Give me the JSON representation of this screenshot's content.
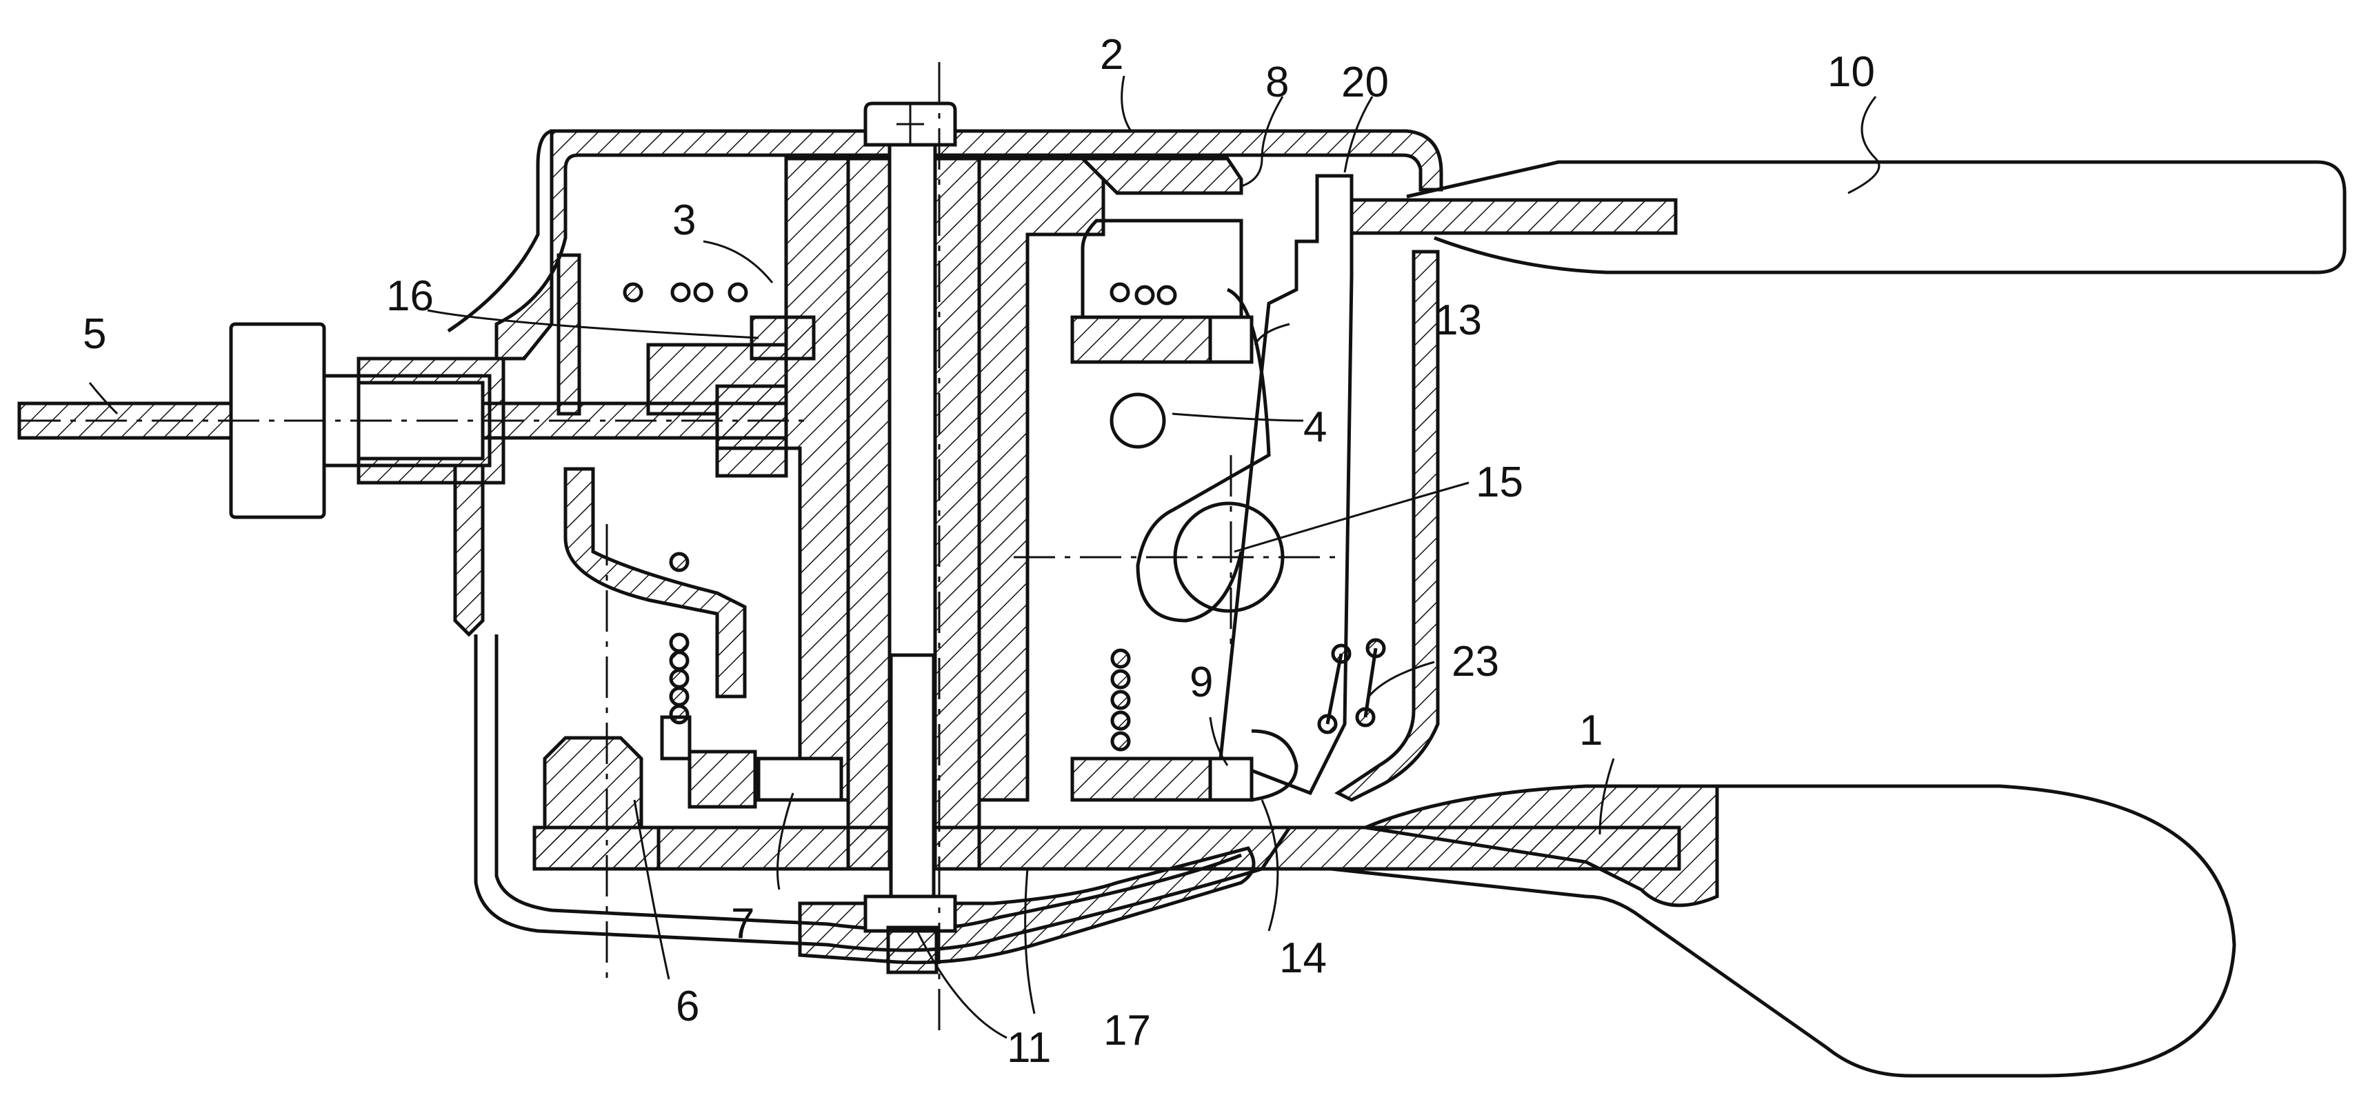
{
  "figure": {
    "labels": {
      "l1": "1",
      "l2": "2",
      "l3": "3",
      "l4": "4",
      "l5": "5",
      "l6": "6",
      "l7": "7",
      "l8": "8",
      "l9": "9",
      "l10": "10",
      "l11": "11",
      "l13": "13",
      "l14": "14",
      "l15": "15",
      "l16": "16",
      "l17": "17",
      "l20": "20",
      "l23": "23"
    }
  }
}
